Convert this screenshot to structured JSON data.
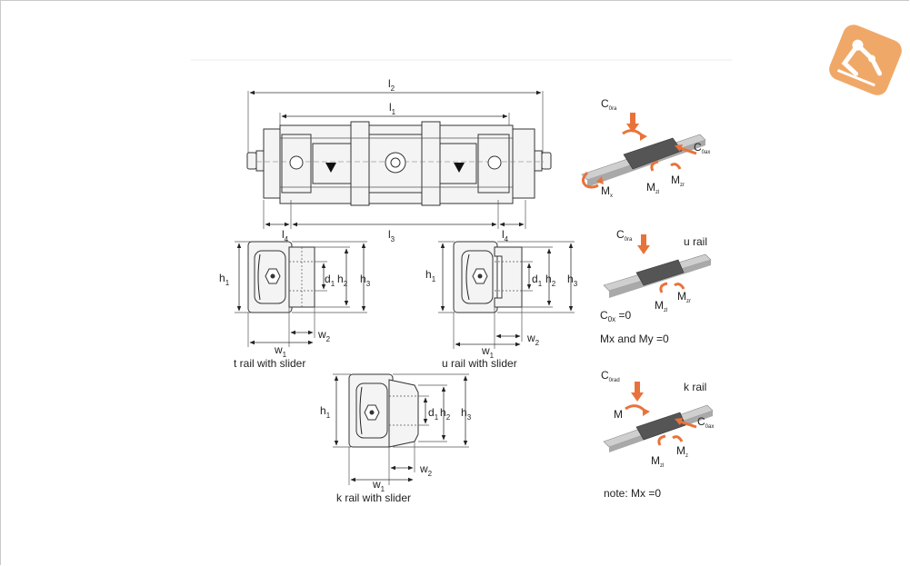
{
  "diagram": {
    "top_view": {
      "l2": {
        "main": "l",
        "sub": "2"
      },
      "l1": {
        "main": "l",
        "sub": "1"
      },
      "l3": {
        "main": "l",
        "sub": "3"
      },
      "l4_left": {
        "main": "l",
        "sub": "4"
      },
      "l4_right": {
        "main": "l",
        "sub": "4"
      }
    },
    "t_rail": {
      "h1": {
        "main": "h",
        "sub": "1"
      },
      "d1": {
        "main": "d",
        "sub": "1"
      },
      "h2": {
        "main": "h",
        "sub": "2"
      },
      "h3": {
        "main": "h",
        "sub": "3"
      },
      "w1": {
        "main": "w",
        "sub": "1"
      },
      "w2": {
        "main": "w",
        "sub": "2"
      },
      "caption": "t rail with slider"
    },
    "u_rail": {
      "h1": {
        "main": "h",
        "sub": "1"
      },
      "d1": {
        "main": "d",
        "sub": "1"
      },
      "h2": {
        "main": "h",
        "sub": "2"
      },
      "h3": {
        "main": "h",
        "sub": "3"
      },
      "w1": {
        "main": "w",
        "sub": "1"
      },
      "w2": {
        "main": "w",
        "sub": "2"
      },
      "caption": "u rail with slider"
    },
    "k_rail": {
      "h1": {
        "main": "h",
        "sub": "1"
      },
      "d1": {
        "main": "d",
        "sub": "1"
      },
      "h2": {
        "main": "h",
        "sub": "2"
      },
      "h3": {
        "main": "h",
        "sub": "3"
      },
      "w1": {
        "main": "w",
        "sub": "1"
      },
      "w2": {
        "main": "w",
        "sub": "2"
      },
      "caption": "k rail with slider"
    }
  },
  "loads": {
    "panel1": {
      "c0ra": {
        "main": "C",
        "sub": "0ra"
      },
      "c0ax": {
        "main": "C",
        "sub": "0ax"
      },
      "mx": {
        "main": "M",
        "sub": "x"
      },
      "mzl": {
        "main": "M",
        "sub": "zl"
      },
      "mzr": {
        "main": "M",
        "sub": "zr"
      }
    },
    "panel2": {
      "title": "u rail",
      "c0ra": {
        "main": "C",
        "sub": "0ra"
      },
      "mzl": {
        "main": "M",
        "sub": "zl"
      },
      "mzr": {
        "main": "M",
        "sub": "zr"
      },
      "c0x": {
        "main": "C",
        "sub": "0x",
        "suffix": " =0"
      },
      "note": "Mx and My =0"
    },
    "panel3": {
      "title": "k rail",
      "c0rad": {
        "main": "C",
        "sub": "0rad"
      },
      "m": "M",
      "c0ax": {
        "main": "C",
        "sub": "0ax"
      },
      "mzl": {
        "main": "M",
        "sub": "zl"
      },
      "mz": {
        "main": "M",
        "sub": "z"
      },
      "note": "note: Mx =0"
    }
  },
  "logo": {
    "icon": "robot-arm-icon",
    "color": "#f0a868"
  }
}
